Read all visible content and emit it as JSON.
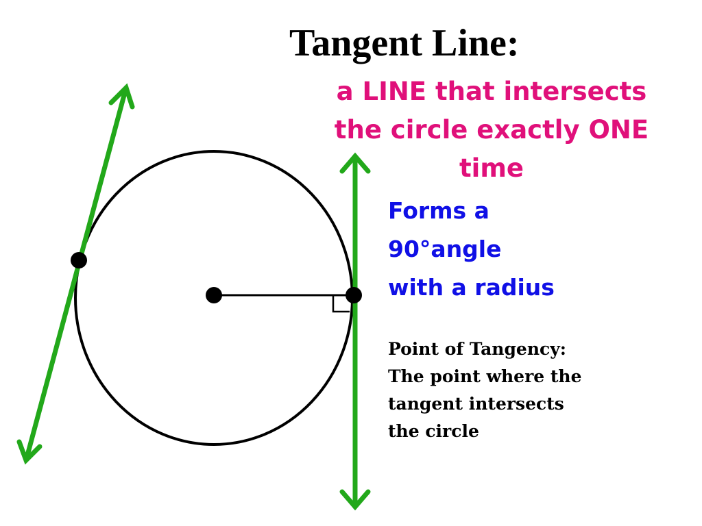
{
  "title": "Tangent Line:",
  "definition": {
    "line1": "a LINE that intersects",
    "line2": "the circle exactly ONE",
    "line3": "time"
  },
  "angle_note": {
    "line1": "Forms a",
    "line2": "90°angle",
    "line3": "with a radius"
  },
  "tangency_note": {
    "line1": "Point of Tangency:",
    "line2": "The point where the",
    "line3": "tangent intersects",
    "line4": "the circle"
  },
  "colors": {
    "title": "#000000",
    "definition": "#e0107a",
    "angle_note": "#1010e6",
    "tangent_line": "#22a81a",
    "circle": "#000000"
  }
}
